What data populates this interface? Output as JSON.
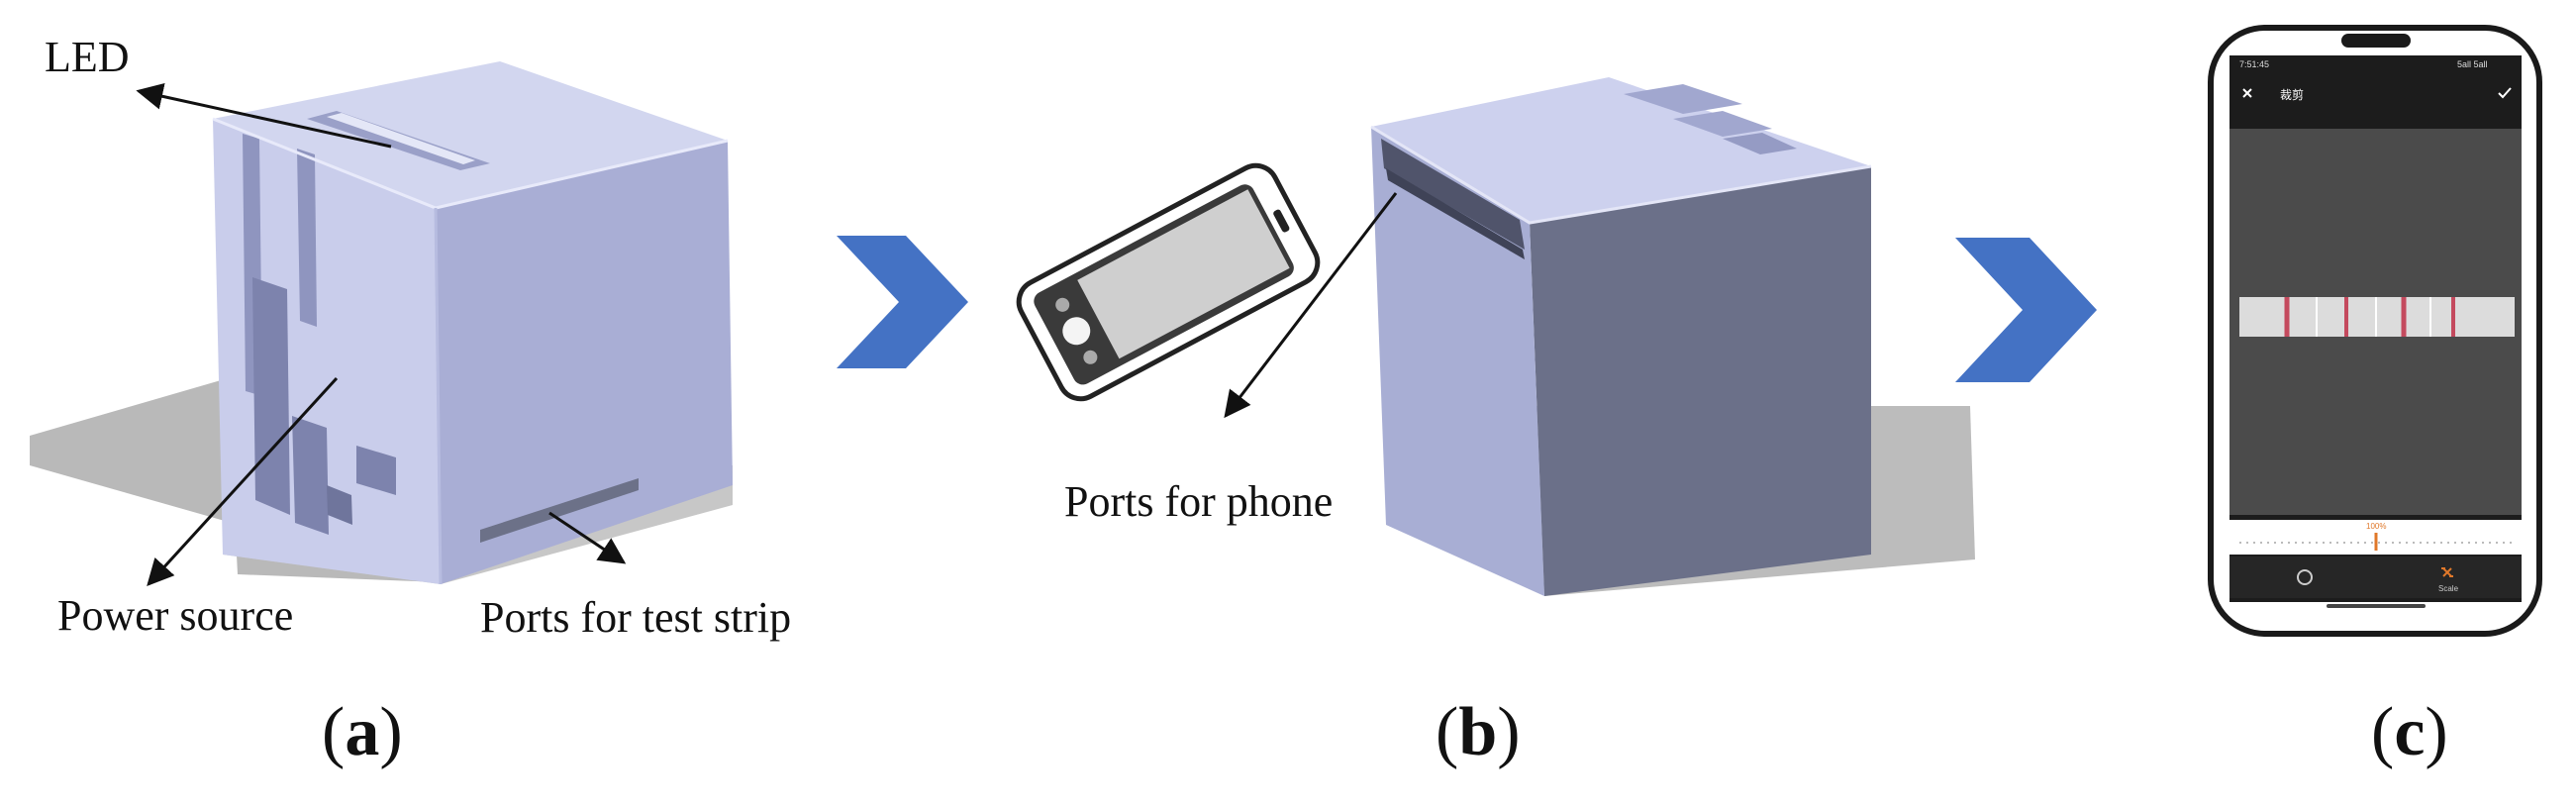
{
  "labels": {
    "led": "LED",
    "power_source": "Power source",
    "ports_test_strip": "Ports for test strip",
    "ports_phone": "Ports for phone"
  },
  "captions": {
    "a": "a",
    "b": "b",
    "c": "c"
  },
  "phone_screen": {
    "status_time": "7:51:45",
    "status_right": "5all 5all",
    "title": "裁剪",
    "zoom_value": "100%",
    "scale_label": "Scale"
  },
  "colors": {
    "cube_light": "#c6cbe9",
    "cube_mid": "#a8aed4",
    "cube_dark": "#6c7188",
    "shadow": "#bdbdbd",
    "arrow_blue": "#4472c4",
    "strip_line": "#c44a5e",
    "accent_orange": "#e0782a"
  },
  "icons": [
    "chevron-right-icon",
    "close-icon",
    "check-icon",
    "rotate-icon",
    "crop-icon"
  ]
}
